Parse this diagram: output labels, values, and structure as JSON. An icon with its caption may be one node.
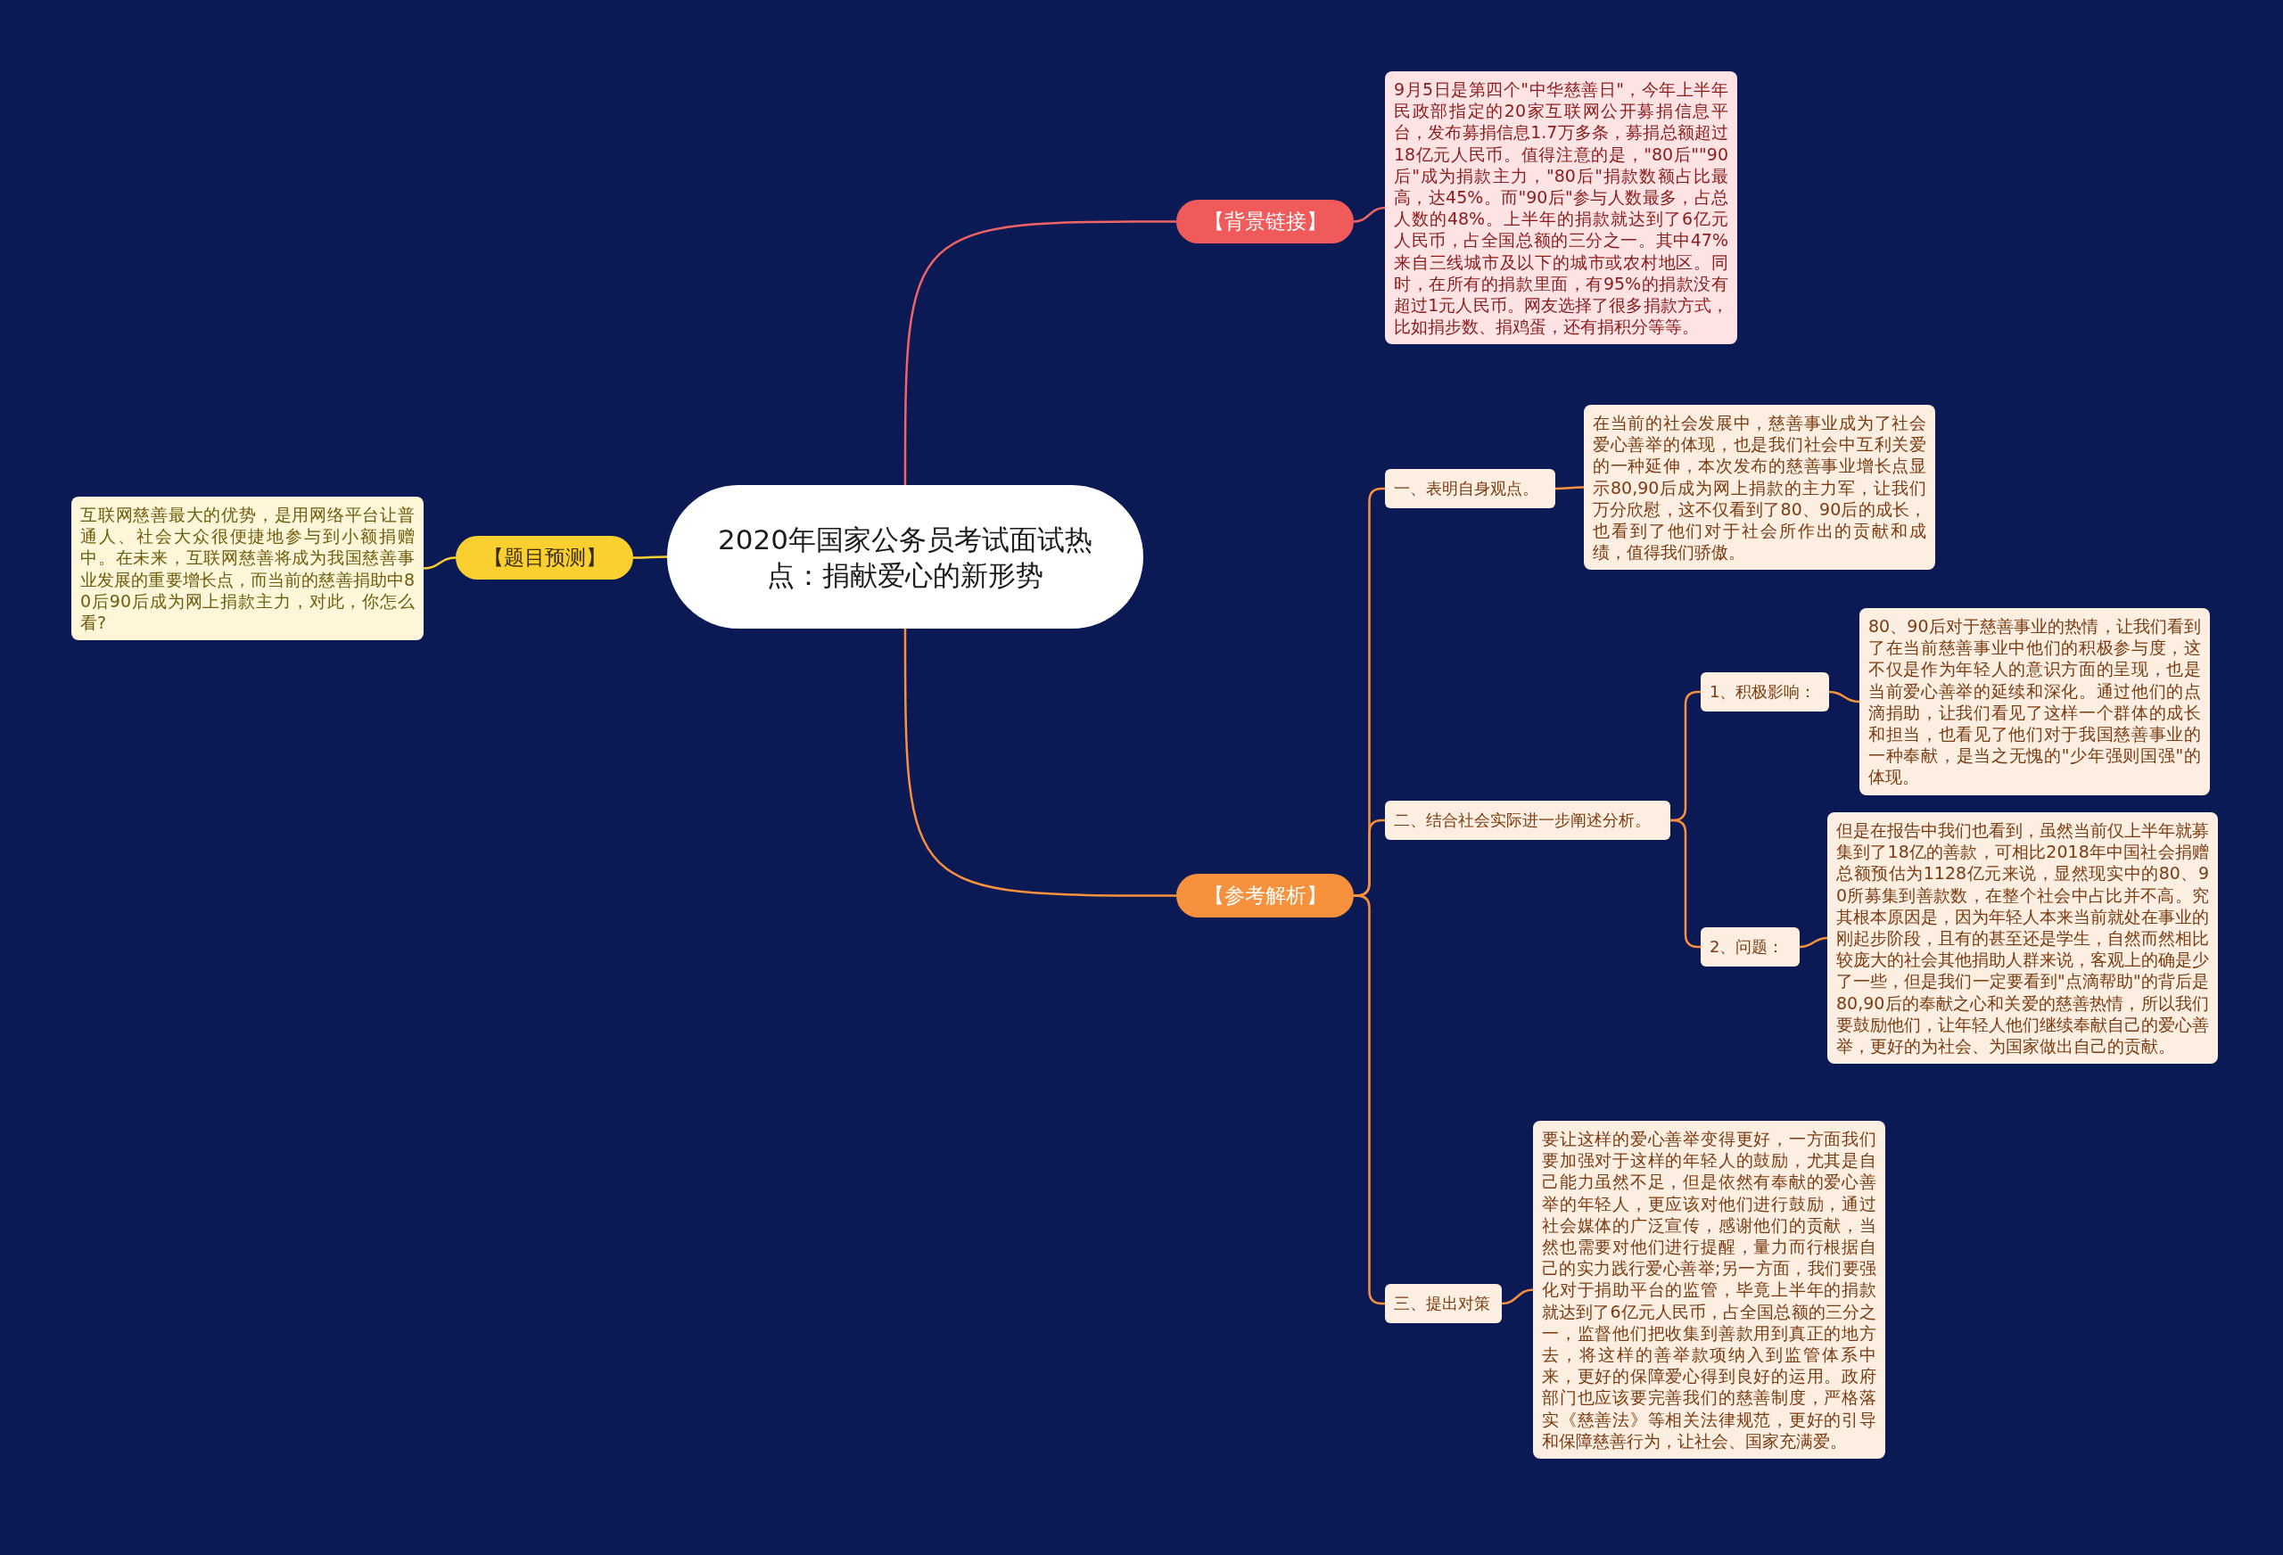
{
  "diagram": {
    "nodes": [
      {
        "text": [
          "2020年国家公务员考试面试热点：捐献爱心的新形势"
        ]
      },
      {
        "text": [
          "【背景链接】"
        ]
      },
      {
        "text": [
          "9月5日是第四个\"中华慈善日\"，今年上半年民政部指定的20家互联网公开募捐信息平台，发布募捐信息1.7万多条，募捐总额超过18亿元人民币。值得注意的是，\"80后\"\"90后\"成为捐款主力，\"80后\"捐款数额占比最高，达45%。而\"90后\"参与人数最多，占总人数的48%。上半年的捐款就达到了6亿元人民币，占全国总额的三分之一。其中47%来自三线城市及以下的城市或农村地区。同时，在所有的捐款里面，有95%的捐款没有超过1元人民币。网友选择了很多捐款方式，比如捐步数、捐鸡蛋，还有捐积分等等。"
        ]
      },
      {
        "text": [
          "【参考解析】"
        ]
      },
      {
        "text": [
          "一、表明自身观点。"
        ]
      },
      {
        "text": [
          "在当前的社会发展中，慈善事业成为了社会爱心善举的体现，也是我们社会中互利关爱的一种延伸，本次发布的慈善事业增长点显示80,90后成为网上捐款的主力军，让我们万分欣慰，这不仅看到了80、90后的成长，也看到了他们对于社会所作出的贡献和成绩，值得我们骄傲。"
        ]
      },
      {
        "text": [
          "二、结合社会实际进一步阐述分析。"
        ]
      },
      {
        "text": [
          "1、积极影响："
        ]
      },
      {
        "text": [
          "80、90后对于慈善事业的热情，让我们看到了在当前慈善事业中他们的积极参与度，这不仅是作为年轻人的意识方面的呈现，也是当前爱心善举的延续和深化。通过他们的点滴捐助，让我们看见了这样一个群体的成长和担当，也看见了他们对于我国慈善事业的一种奉献，是当之无愧的\"少年强则国强\"的体现。"
        ]
      },
      {
        "text": [
          "2、问题："
        ]
      },
      {
        "text": [
          "但是在报告中我们也看到，虽然当前仅上半年就募集到了18亿的善款，可相比2018年中国社会捐赠总额预估为1128亿元来说，显然现实中的80、90所募集到善款数，在整个社会中占比并不高。究其根本原因是，因为年轻人本来当前就处在事业的刚起步阶段，且有的甚至还是学生，自然而然相比较庞大的社会其他捐助人群来说，客观上的确是少了一些，但是我们一定要看到\"点滴帮助\"的背后是80,90后的奉献之心和关爱的慈善热情，所以我们要鼓励他们，让年轻人他们继续奉献自己的爱心善举，更好的为社会、为国家做出自己的贡献。"
        ]
      },
      {
        "text": [
          "三、提出对策"
        ]
      },
      {
        "text": [
          "要让这样的爱心善举变得更好，一方面我们要加强对于这样的年轻人的鼓励，尤其是自己能力虽然不足，但是依然有奉献的爱心善举的年轻人，更应该对他们进行鼓励，通过社会媒体的广泛宣传，感谢他们的贡献，当然也需要对他们进行提醒，量力而行根据自己的实力践行爱心善举;另一方面，我们要强化对于捐助平台的监管，毕竟上半年的捐款就达到了6亿元人民币，占全国总额的三分之一，监督他们把收集到善款用到真正的地方去，将这样的善举款项纳入到监管体系中来，更好的保障爱心得到良好的运用。政府部门也应该要完善我们的慈善制度，严格落实《慈善法》等相关法律规范，更好的引导和保障慈善行为，让社会、国家充满爱。"
        ]
      },
      {
        "text": [
          "【题目预测】"
        ]
      },
      {
        "text": [
          "互联网慈善最大的优势，是用网络平台让普通人、社会大众很便捷地参与到小额捐赠中。在未来，互联网慈善将成为我国慈善事业发展的重要增长点，而当前的慈善捐助中80后90后成为网上捐款主力，对此，你怎么看?"
        ]
      }
    ],
    "edges": [
      {
        "from": 0,
        "to": 1,
        "arrow": "none",
        "color": "#f06464"
      },
      {
        "from": 1,
        "to": 2,
        "arrow": "none",
        "color": "#f06464"
      },
      {
        "from": 0,
        "to": 3,
        "arrow": "none"
      },
      {
        "from": 3,
        "to": 4,
        "arrow": "none"
      },
      {
        "from": 4,
        "to": 5,
        "arrow": "none"
      },
      {
        "from": 3,
        "to": 6,
        "arrow": "none"
      },
      {
        "from": 6,
        "to": 7,
        "arrow": "none"
      },
      {
        "from": 7,
        "to": 8,
        "arrow": "none"
      },
      {
        "from": 6,
        "to": 9,
        "arrow": "none"
      },
      {
        "from": 9,
        "to": 10,
        "arrow": "none"
      },
      {
        "from": 3,
        "to": 11,
        "arrow": "none"
      },
      {
        "from": 11,
        "to": 12,
        "arrow": "none"
      },
      {
        "from": 0,
        "to": 13,
        "arrow": "none",
        "color": "#f9d030"
      },
      {
        "from": 13,
        "to": 14,
        "arrow": "none",
        "color": "#f9d030"
      }
    ]
  }
}
